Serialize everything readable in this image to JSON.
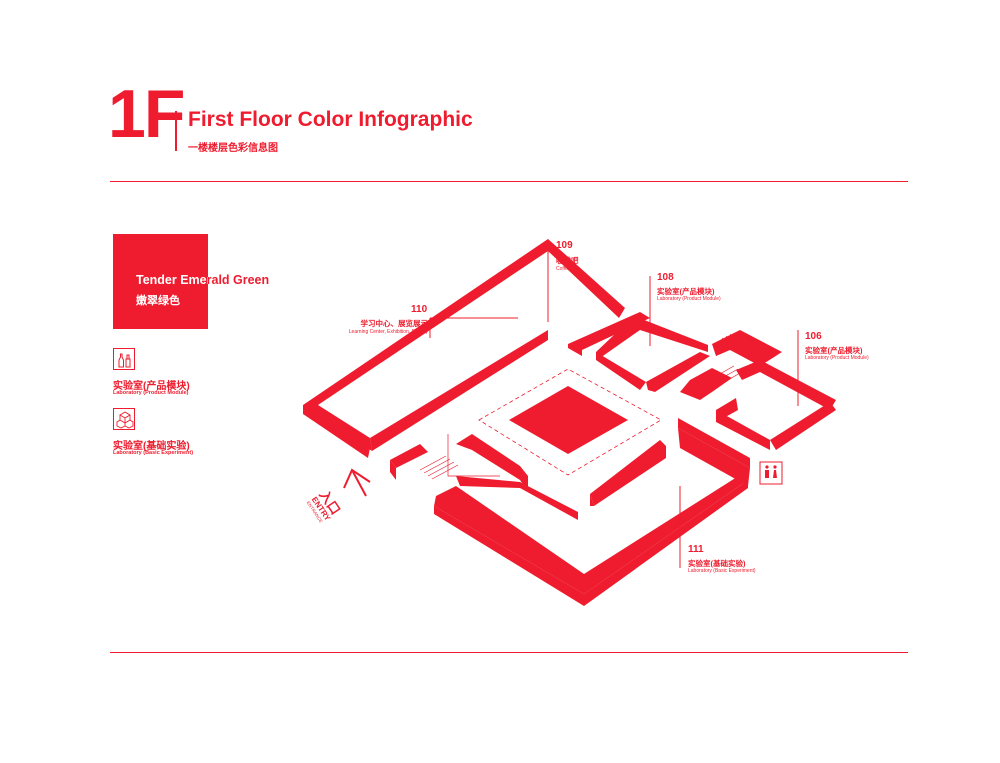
{
  "header": {
    "floor": "1F",
    "title_en": "First Floor Color Infographic",
    "title_cn": "一楼楼层色彩信息图"
  },
  "swatch": {
    "name_en": "Tender Emerald Green",
    "name_cn": "嫩翠绿色",
    "color": "#ee1c2e"
  },
  "legend": [
    {
      "icon": "bottles-icon",
      "cn": "实验室(产品模块)",
      "en": "Laboratory (Product Module)"
    },
    {
      "icon": "cubes-icon",
      "cn": "实验室(基础实验)",
      "en": "Laboratory (Basic Experiment)"
    }
  ],
  "rooms": {
    "r109": {
      "num": "109",
      "cn": "咖啡吧",
      "en": "Coffee Bar"
    },
    "r110": {
      "num": "110",
      "cn": "学习中心、展览展示",
      "en": "Learning Center, Exhibition, Display"
    },
    "r108": {
      "num": "108",
      "cn": "实验室(产品模块)",
      "en": "Laboratory (Product Module)"
    },
    "r106": {
      "num": "106",
      "cn": "实验室(产品模块)",
      "en": "Laboratory (Product Module)"
    },
    "r111": {
      "num": "111",
      "cn": "实验室(基础实验)",
      "en": "Laboratory (Basic Experiment)"
    }
  },
  "entry": {
    "cn": "入口",
    "en": "ENTRY",
    "sub": "ENTRANCE"
  },
  "restroom_icon": "restroom-icon"
}
